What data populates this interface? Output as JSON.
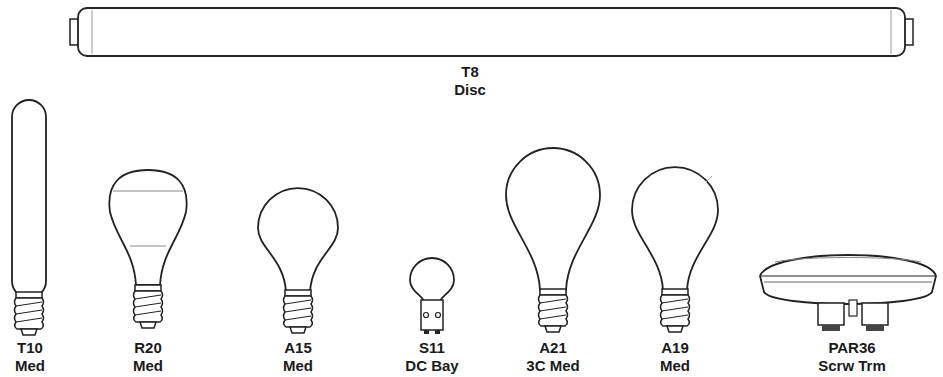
{
  "diagram": {
    "labels": [
      "T8",
      "Disc",
      "T10",
      "Med",
      "R20",
      "Med",
      "A15",
      "Med",
      "S11",
      "DC Bay",
      "A21",
      "3C Med",
      "A19",
      "Med",
      "PAR36",
      "Scrw Trm"
    ]
  }
}
